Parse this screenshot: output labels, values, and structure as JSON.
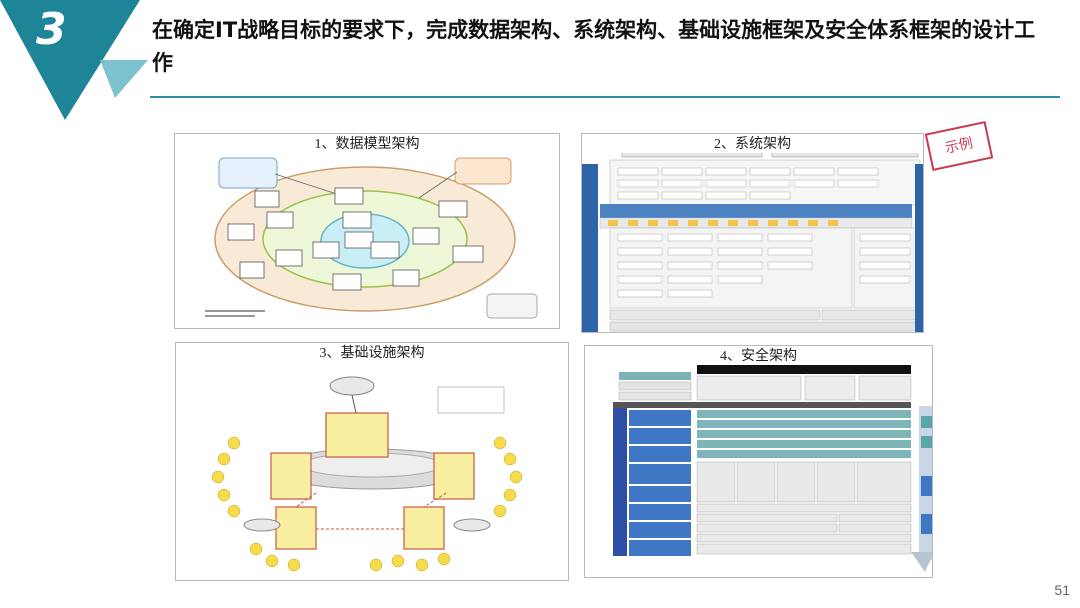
{
  "slide": {
    "number_badge": "3",
    "title": "在确定IT战略目标的要求下，完成数据架构、系统架构、基础设施框架及安全体系框架的设计工作",
    "page_number": "51",
    "accent_color": "#1e8599"
  },
  "panels": {
    "data_model": {
      "title": "1、数据模型架构"
    },
    "system": {
      "title": "2、系统架构",
      "stamp": "示例"
    },
    "infrastructure": {
      "title": "3、基础设施架构"
    },
    "security": {
      "title": "4、安全架构"
    }
  }
}
